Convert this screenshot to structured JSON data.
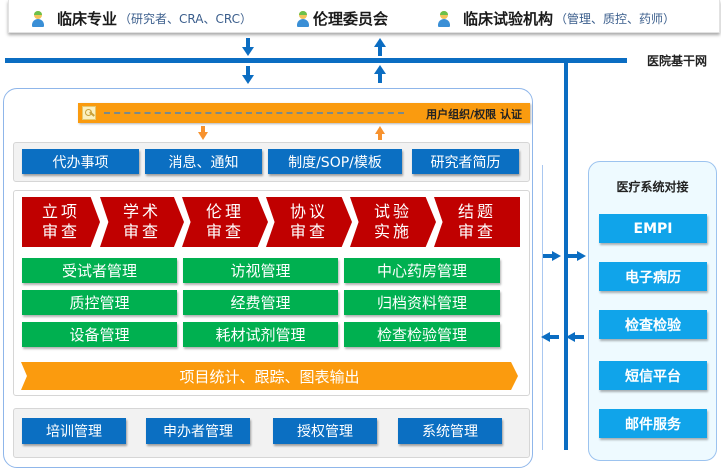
{
  "roles": [
    {
      "name": "临床专业",
      "detail": "（研究者、CRA、CRC）",
      "icon": "person-icon"
    },
    {
      "name": "伦理委员会",
      "detail": "",
      "icon": "person-icon"
    },
    {
      "name": "临床试验机构",
      "detail": "（管理、质控、药师）",
      "icon": "person-icon"
    }
  ],
  "network": {
    "backbone_label": "医院基干网"
  },
  "auth": {
    "label": "用户组织/权限 认证",
    "icon": "key-icon"
  },
  "common_functions": [
    "代办事项",
    "消息、通知",
    "制度/SOP/模板",
    "研究者简历"
  ],
  "process_steps": [
    {
      "line1": "立项",
      "line2": "审查"
    },
    {
      "line1": "学术",
      "line2": "审查"
    },
    {
      "line1": "伦理",
      "line2": "审查"
    },
    {
      "line1": "协议",
      "line2": "审查"
    },
    {
      "line1": "试验",
      "line2": "实施"
    },
    {
      "line1": "结题",
      "line2": "审查"
    }
  ],
  "modules": [
    [
      "受试者管理",
      "访视管理",
      "中心药房管理"
    ],
    [
      "质控管理",
      "经费管理",
      "归档资料管理"
    ],
    [
      "设备管理",
      "耗材试剂管理",
      "检查检验管理"
    ]
  ],
  "stats_label": "项目统计、跟踪、图表输出",
  "admin_functions": [
    "培训管理",
    "申办者管理",
    "授权管理",
    "系统管理"
  ],
  "integration": {
    "title": "医疗系统对接",
    "systems": [
      "EMPI",
      "电子病历",
      "检查检验",
      "短信平台",
      "邮件服务"
    ]
  },
  "colors": {
    "network_blue": "#0b6dc2",
    "process_red": "#c00000",
    "module_green": "#00b050",
    "accent_orange": "#fb9b0e",
    "integration_cyan": "#10a4ea"
  }
}
